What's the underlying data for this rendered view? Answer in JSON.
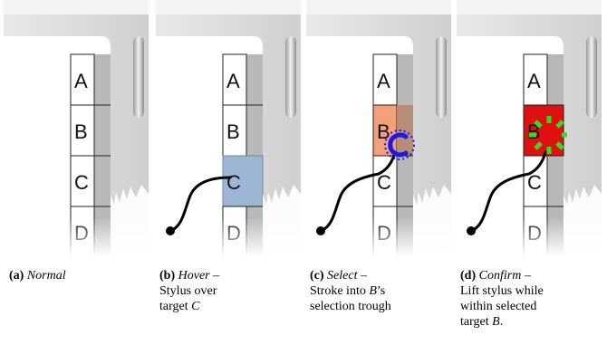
{
  "panels": [
    {
      "id": "a",
      "label": "(a)",
      "name": "Normal",
      "dash": "",
      "caption_lines": [],
      "state": "normal"
    },
    {
      "id": "b",
      "label": "(b)",
      "name": "Hover",
      "dash": " –",
      "caption_lines": [
        [
          "Stylus over",
          ""
        ],
        [
          "target ",
          "C"
        ]
      ],
      "state": "hover"
    },
    {
      "id": "c",
      "label": "(c)",
      "name": "Select",
      "dash": " –",
      "caption_lines": [
        [
          "Stroke into ",
          "B",
          "’s"
        ],
        [
          "selection trough",
          ""
        ]
      ],
      "state": "select"
    },
    {
      "id": "d",
      "label": "(d)",
      "name": "Confirm",
      "dash": " –",
      "caption_lines": [
        [
          "Lift stylus while",
          ""
        ],
        [
          "within selected",
          ""
        ],
        [
          "target ",
          "B",
          "."
        ]
      ],
      "state": "confirm"
    }
  ],
  "targets": [
    "A",
    "B",
    "C",
    "D"
  ],
  "colors": {
    "hover_fill": "#9db6d6",
    "select_fill": "#f4a07a",
    "select_trough": "#b88d77",
    "confirm_fill": "#e01010",
    "stroke_blue": "#1a1ae8",
    "burst_green": "#33dd22"
  }
}
